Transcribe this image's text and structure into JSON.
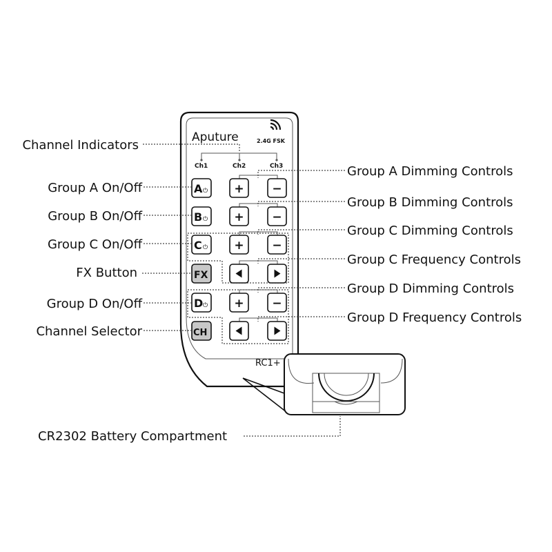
{
  "remote": {
    "brand": "Aputure",
    "frequency": "2.4G FSK",
    "model": "RC1+",
    "channels": [
      "Ch1",
      "Ch2",
      "Ch3"
    ],
    "buttons": {
      "a": "A",
      "b": "B",
      "c": "C",
      "d": "D",
      "fx": "FX",
      "ch": "CH",
      "plus": "+",
      "minus": "−"
    }
  },
  "labels_left": [
    "Channel Indicators",
    "Group A On/Off",
    "Group B On/Off",
    "Group C On/Off",
    "FX Button",
    "Group D On/Off",
    "Channel Selector"
  ],
  "labels_right": [
    "Group A Dimming Controls",
    "Group B Dimming Controls",
    "Group C Dimming Controls",
    "Group C Frequency Controls",
    "Group D Dimming Controls",
    "Group D Frequency Controls"
  ],
  "label_bottom": "CR2302 Battery Compartment"
}
